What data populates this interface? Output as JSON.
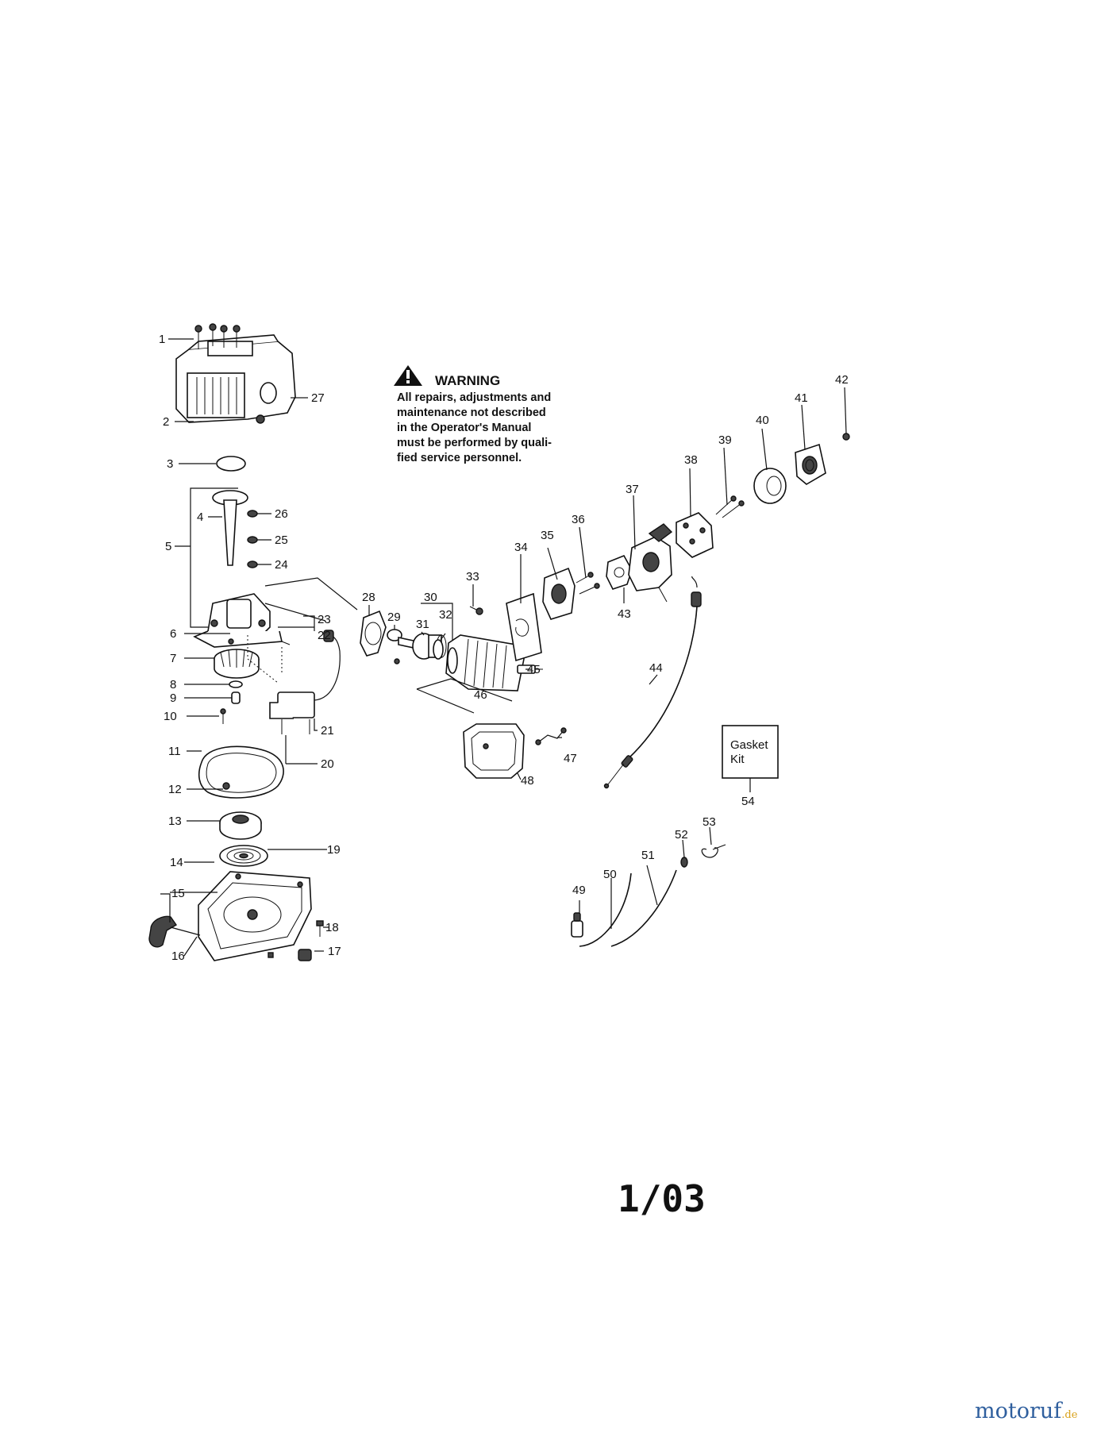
{
  "warning": {
    "heading": "WARNING",
    "lines": [
      "All repairs, adjustments and",
      "maintenance not described",
      "in the Operator's Manual",
      "must be performed by quali-",
      "fied service personnel."
    ]
  },
  "gasket_kit": {
    "line1": "Gasket",
    "line2": "Kit"
  },
  "page_code": "1/03",
  "brand": {
    "name": "motoruf",
    "suffix": ".de"
  },
  "part_labels": {
    "p1": "1",
    "p2": "2",
    "p3": "3",
    "p4": "4",
    "p5": "5",
    "p6": "6",
    "p7": "7",
    "p8": "8",
    "p9": "9",
    "p10": "10",
    "p11": "11",
    "p12": "12",
    "p13": "13",
    "p14": "14",
    "p15": "15",
    "p16": "16",
    "p17": "17",
    "p18": "18",
    "p19": "19",
    "p20": "20",
    "p21": "21",
    "p22": "22",
    "p23": "23",
    "p24": "24",
    "p25": "25",
    "p26": "26",
    "p27": "27",
    "p28": "28",
    "p29": "29",
    "p30": "30",
    "p31": "31",
    "p32": "32",
    "p33": "33",
    "p34": "34",
    "p35": "35",
    "p36": "36",
    "p37": "37",
    "p38": "38",
    "p39": "39",
    "p40": "40",
    "p41": "41",
    "p42": "42",
    "p43": "43",
    "p44": "44",
    "p45": "45",
    "p46": "46",
    "p47": "47",
    "p48": "48",
    "p49": "49",
    "p50": "50",
    "p51": "51",
    "p52": "52",
    "p53": "53",
    "p54": "54"
  },
  "colors": {
    "brand_main": "#2f5f9e",
    "brand_accent": "#d9a21b",
    "ink": "#111111"
  }
}
